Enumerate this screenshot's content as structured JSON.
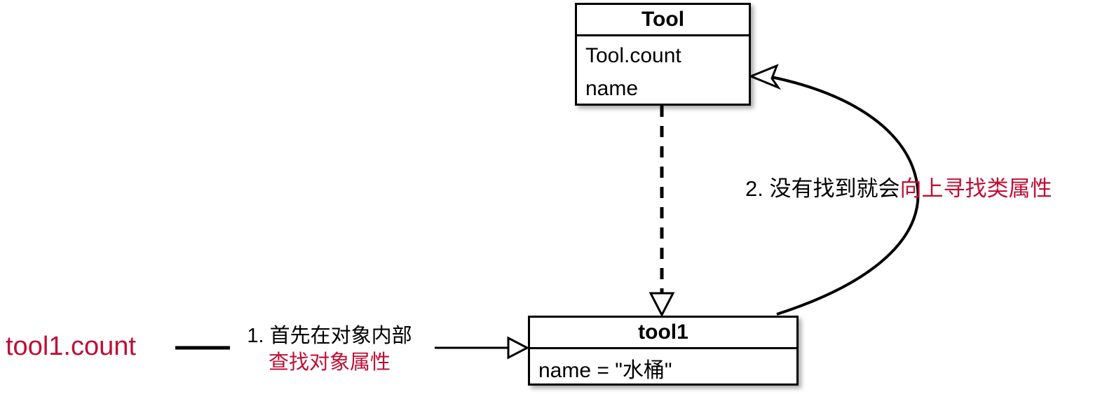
{
  "diagram": {
    "title": "Python attribute lookup order diagram",
    "background_color": "#FFFFFF",
    "accent_red": "#BE0F35",
    "line_color": "#000000"
  },
  "class_box": {
    "name": "Tool",
    "attributes": [
      "Tool.count",
      "name"
    ]
  },
  "object_box": {
    "name": "tool1",
    "attributes": [
      "name = \"水桶\""
    ]
  },
  "expression": {
    "text": "tool1.count",
    "color": "#BE0F35"
  },
  "steps": [
    {
      "number": "1.",
      "black_text": "1. 首先在对象内部",
      "red_text": "查找对象属性"
    },
    {
      "number": "2.",
      "black_text": "2. 没有找到就会",
      "red_text": "向上寻找类属性"
    }
  ],
  "connectors": [
    {
      "name": "expression-connector-line",
      "style": "solid",
      "arrowhead": "none"
    },
    {
      "name": "lookup-step1-arrow",
      "style": "solid",
      "arrowhead": "hollow-triangle",
      "from": "step-1-annotation",
      "to": "tool1-object-box"
    },
    {
      "name": "instantiation-arrow",
      "style": "dashed",
      "arrowhead": "hollow-triangle",
      "from": "Tool",
      "to": "tool1"
    },
    {
      "name": "lookup-step2-curved-arrow",
      "style": "solid-curve",
      "arrowhead": "open-triangle",
      "from": "tool1",
      "to": "Tool"
    }
  ]
}
